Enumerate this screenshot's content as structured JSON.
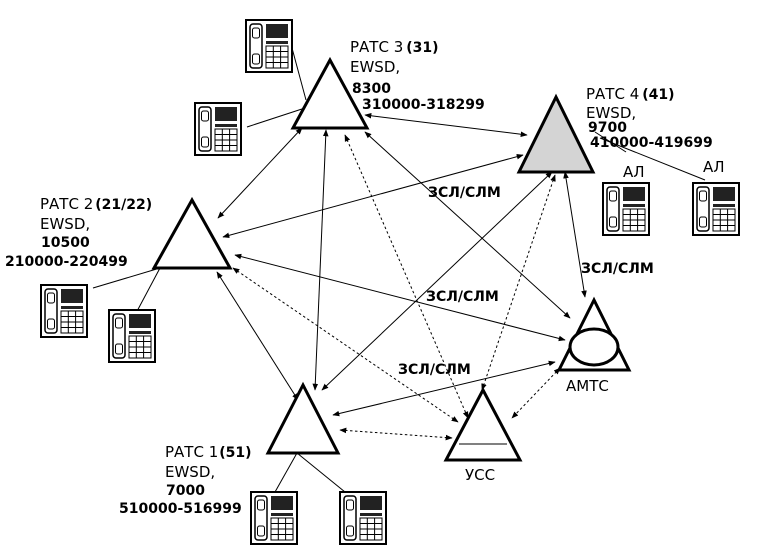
{
  "stations": {
    "ratc3": {
      "name": "РАТС 3",
      "code": "(31)",
      "type": "EWSD,",
      "capacity": "8300",
      "range": "310000-318299"
    },
    "ratc4": {
      "name": "РАТС 4",
      "code": "(41)",
      "type": "EWSD,",
      "capacity": "9700",
      "range": "410000-419699"
    },
    "ratc2": {
      "name": "РАТС 2",
      "code": "(21/22)",
      "type": "EWSD,",
      "capacity": "10500",
      "range": "210000-220499"
    },
    "ratc1": {
      "name": "РАТС 1",
      "code": "(51)",
      "type": "EWSD,",
      "capacity": "7000",
      "range": "510000-516999"
    },
    "amts": {
      "name": "АМТС"
    },
    "uss": {
      "name": "УСС"
    }
  },
  "subscribers": {
    "al1": "АЛ",
    "al2": "АЛ"
  },
  "links": {
    "l1": "ЗСЛ/СЛМ",
    "l2": "ЗСЛ/СЛМ",
    "l3": "ЗСЛ/СЛМ",
    "l4": "ЗСЛ/СЛМ"
  },
  "colors": {
    "line": "#000000",
    "ratc4_fill": "#d4d4d4",
    "background": "#ffffff"
  },
  "icons": [
    "telephone-icon"
  ]
}
